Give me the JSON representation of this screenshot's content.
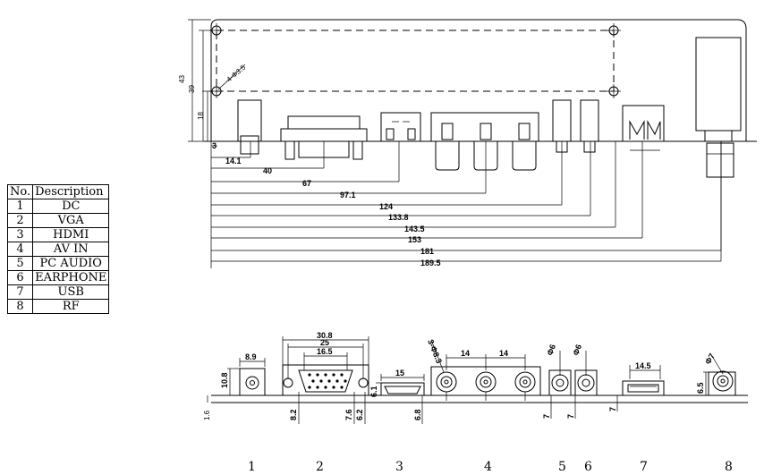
{
  "legend": {
    "headers": [
      "No.",
      "Description"
    ],
    "rows": [
      [
        "1",
        "DC"
      ],
      [
        "2",
        "VGA"
      ],
      [
        "3",
        "HDMI"
      ],
      [
        "4",
        "AV IN"
      ],
      [
        "5",
        "PC AUDIO"
      ],
      [
        "6",
        "EARPHONE"
      ],
      [
        "7",
        "USB"
      ],
      [
        "8",
        "RF"
      ]
    ]
  },
  "top_view": {
    "height_dims": [
      "43",
      "39",
      "18"
    ],
    "hole_note": "4-Φ3.5",
    "offset_dims": [
      "3",
      "14.1",
      "40",
      "67",
      "97.1",
      "124",
      "133.8",
      "143.5",
      "153",
      "181",
      "189.5"
    ]
  },
  "front_view": {
    "labels": {
      "dc_w": "8.9",
      "dc_h": "10.8",
      "vga_w1": "30.8",
      "vga_w2": "25",
      "vga_w3": "16.5",
      "vga_h1": "8.2",
      "vga_h2": "7.6",
      "vga_h3": "6.2",
      "hdmi_h": "6.1",
      "hdmi_w": "15",
      "hdmi_base": "6.8",
      "av_d": "3-Φ8.3",
      "av_p1": "14",
      "av_p2": "14",
      "pc_d": "Φ6",
      "ear_d": "Φ6",
      "h7a": "7",
      "h7b": "7",
      "h7c": "7",
      "usb_w": "14.5",
      "rf_d": "Φ7",
      "rf_h": "6.5",
      "base": "1.6"
    },
    "numbers": [
      "1",
      "2",
      "3",
      "4",
      "5",
      "6",
      "7",
      "8"
    ]
  }
}
